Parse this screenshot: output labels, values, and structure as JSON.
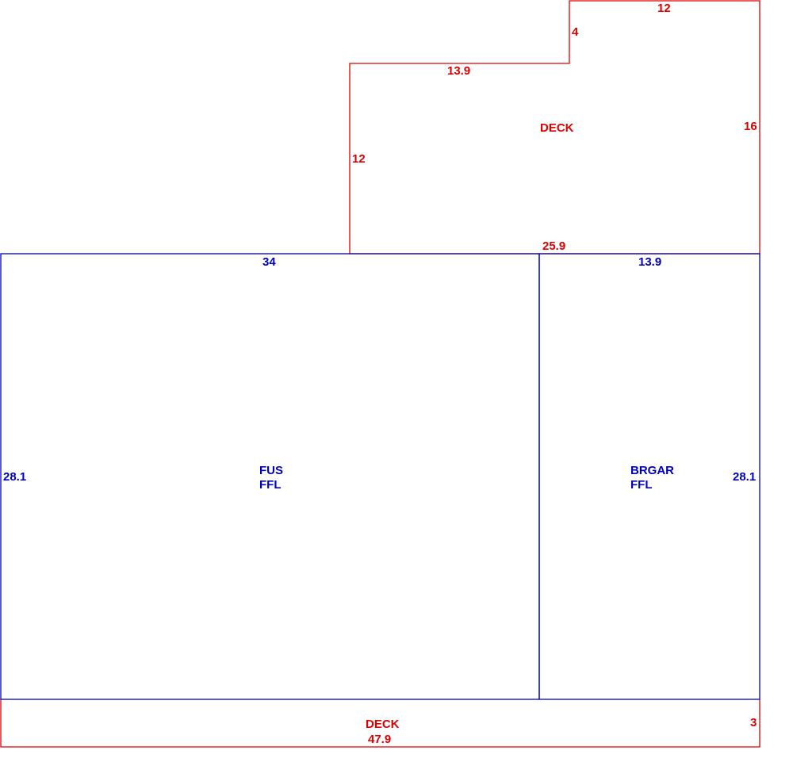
{
  "colors": {
    "deck": "#dd0000",
    "living": "#0000bb",
    "background": "#ffffff"
  },
  "areas": {
    "deck_upper": {
      "name": "DECK"
    },
    "fus": {
      "name": "FUS",
      "sub": "FFL"
    },
    "brgar": {
      "name": "BRGAR",
      "sub": "FFL"
    },
    "deck_lower": {
      "name": "DECK"
    }
  },
  "dimensions": {
    "deck_upper_top": "12",
    "deck_upper_step": "4",
    "deck_upper_mid": "13.9",
    "deck_upper_left": "12",
    "deck_upper_right": "16",
    "deck_upper_bottom": "25.9",
    "fus_top": "34",
    "fus_left": "28.1",
    "brgar_top": "13.9",
    "brgar_right": "28.1",
    "deck_lower_right": "3",
    "deck_lower_bottom": "47.9"
  }
}
